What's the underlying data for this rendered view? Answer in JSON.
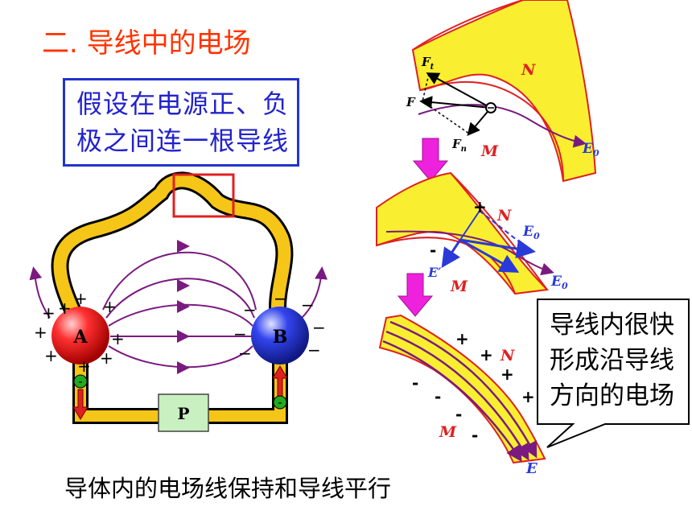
{
  "title": "二. 导线中的电场",
  "assumption_line1": "假设在电源正、负",
  "assumption_line2": "极之间连一根导线",
  "callout_line1": "导线内很快",
  "callout_line2": "形成沿导线",
  "callout_line3": "方向的电场",
  "caption": "导体内的电场线保持和导线平行",
  "circuit": {
    "node_a": "A",
    "node_b": "B",
    "box_p": "P",
    "plus": "+",
    "minus": "−"
  },
  "panel1": {
    "ft": "F",
    "ft_sub": "t",
    "f": "F",
    "fn": "F",
    "fn_sub": "n",
    "n": "N",
    "m": "M",
    "e0": "E",
    "e0_sub": "0"
  },
  "panel2": {
    "n": "N",
    "m": "M",
    "e0a": "E",
    "e0a_sub": "0",
    "e0b": "E",
    "e0b_sub": "0",
    "eprime": "E′",
    "plus": "+",
    "minus": "-"
  },
  "panel3": {
    "n": "N",
    "m": "M",
    "e": "E",
    "plus": "+",
    "minus": "-"
  },
  "colors": {
    "title": "#ff3300",
    "wire": "#f5c518",
    "field": "#7a1a80",
    "sphere_a": "#e02020",
    "sphere_b": "#2a3ad8",
    "box_border": "#2233cc",
    "arrow_pink": "#ee22dd"
  }
}
